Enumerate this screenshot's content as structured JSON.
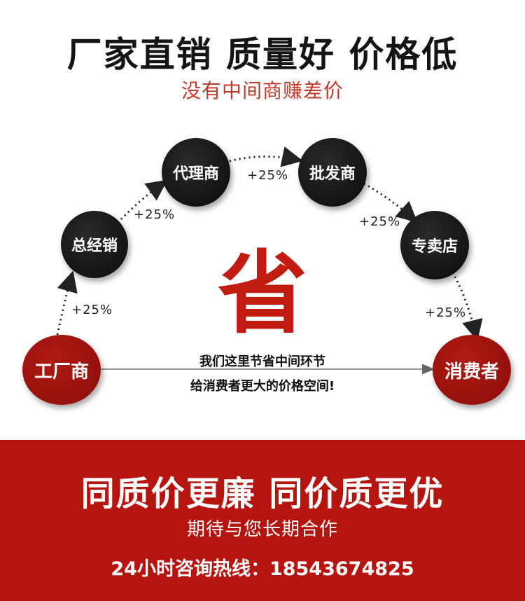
{
  "header": {
    "title": "厂家直销 质量好 价格低",
    "subtitle": "没有中间商赚差价"
  },
  "diagram": {
    "nodes": {
      "factory": "工厂商",
      "general_agent": "总经销",
      "agent": "代理商",
      "wholesaler": "批发商",
      "store": "专卖店",
      "consumer": "消费者"
    },
    "markup": "+25%",
    "save_char": "省",
    "center_line1": "我们这里节省中间环节",
    "center_line2": "给消费者更大的价格空间!",
    "colors": {
      "dark_node": "#111111",
      "red_node": "#9c120c",
      "accent": "#c21b12"
    }
  },
  "footer": {
    "title": "同质价更廉 同价质更优",
    "subtitle": "期待与您长期合作",
    "hotline": "24小时咨询热线：18543674825",
    "background": "#b5140f"
  }
}
